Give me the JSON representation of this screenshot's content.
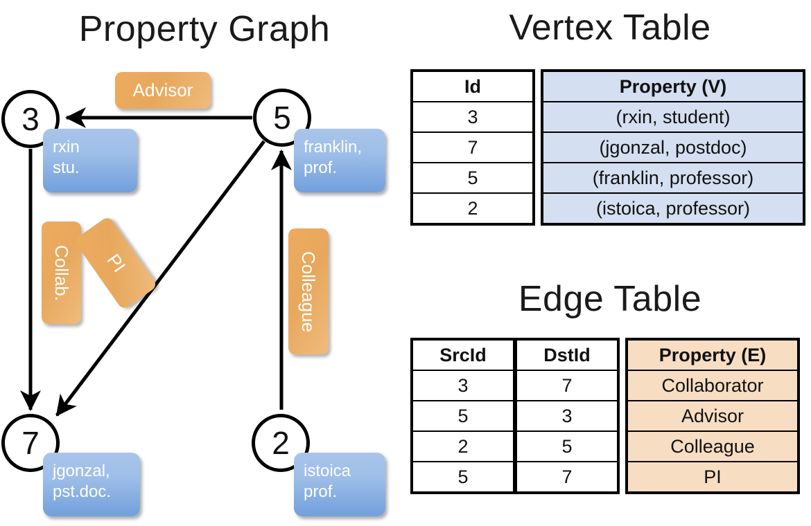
{
  "titles": {
    "property_graph": "Property Graph",
    "vertex_table": "Vertex Table",
    "edge_table": "Edge Table"
  },
  "graph": {
    "nodes": [
      {
        "id": "3",
        "name": "rxin",
        "role": "stu."
      },
      {
        "id": "5",
        "name": "franklin,",
        "role": "prof."
      },
      {
        "id": "7",
        "name": "jgonzal,",
        "role": "pst.doc."
      },
      {
        "id": "2",
        "name": "istoica",
        "role": "prof."
      }
    ],
    "edge_labels": [
      {
        "key": "advisor",
        "text": "Advisor"
      },
      {
        "key": "collab",
        "text": "Collab."
      },
      {
        "key": "pi",
        "text": "PI"
      },
      {
        "key": "colleague",
        "text": "Colleague"
      }
    ]
  },
  "vertex_table": {
    "headers": {
      "id": "Id",
      "property": "Property (V)"
    },
    "rows": [
      {
        "id": "3",
        "property": "(rxin, student)"
      },
      {
        "id": "7",
        "property": "(jgonzal, postdoc)"
      },
      {
        "id": "5",
        "property": "(franklin, professor)"
      },
      {
        "id": "2",
        "property": "(istoica, professor)"
      }
    ]
  },
  "edge_table": {
    "headers": {
      "src": "SrcId",
      "dst": "DstId",
      "property": "Property (E)"
    },
    "rows": [
      {
        "src": "3",
        "dst": "7",
        "property": "Collaborator"
      },
      {
        "src": "5",
        "dst": "3",
        "property": "Advisor"
      },
      {
        "src": "2",
        "dst": "5",
        "property": "Colleague"
      },
      {
        "src": "5",
        "dst": "7",
        "property": "PI"
      }
    ]
  },
  "colors": {
    "vertex_property_fill": "#d4dff1",
    "edge_property_fill": "#f7ddc2",
    "node_box_blue": "#9ebfe8",
    "edge_label_orange": "#e7a85d",
    "stroke": "#000000"
  }
}
